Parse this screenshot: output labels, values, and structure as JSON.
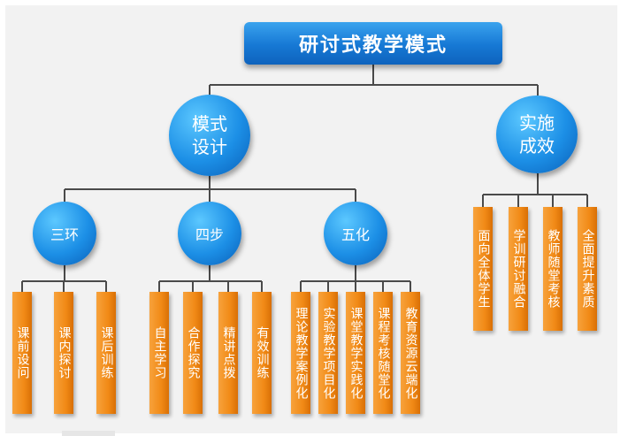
{
  "title": "研讨式教学模式",
  "branches": {
    "design": {
      "line1": "模式",
      "line2": "设计"
    },
    "effect": {
      "line1": "实施",
      "line2": "成效"
    }
  },
  "sub": {
    "ring": "三环",
    "step": "四步",
    "hua": "五化"
  },
  "leaves": {
    "ring": [
      "课前设问",
      "课内探讨",
      "课后训练"
    ],
    "step": [
      "自主学习",
      "合作探究",
      "精讲点拨",
      "有效训练"
    ],
    "hua": [
      "理论教学案例化",
      "实验教学项目化",
      "课堂教学实践化",
      "课程考核随堂化",
      "教育资源云端化"
    ],
    "effect": [
      "面向全体学生",
      "学训研讨融合",
      "教师随堂考核",
      "全面提升素质"
    ]
  },
  "colors": {
    "title_blue": "#1678d4",
    "circle_blue": "#1c8fe6",
    "leaf_orange": "#f18a16",
    "connector": "#4a4a4a"
  }
}
